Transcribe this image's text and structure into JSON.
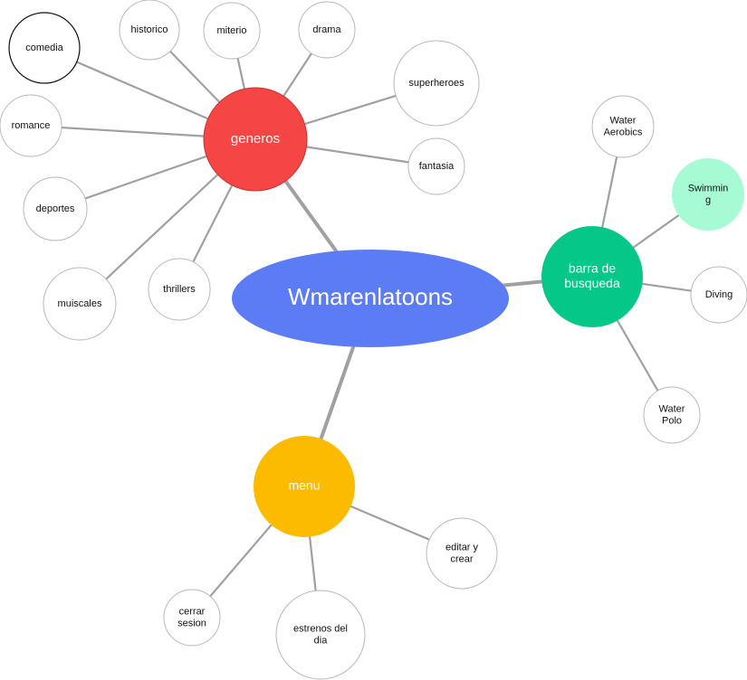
{
  "colors": {
    "edge": "#a0a0a0",
    "leaf_fill": "#ffffff",
    "leaf_stroke": "#b8b8b8",
    "root_fill": "#5b7cf5",
    "generos_fill": "#f64545",
    "busqueda_fill": "#05c787",
    "menu_fill": "#fdbb00",
    "swimming_fill": "#a6fbd5",
    "text_dark": "#111111",
    "text_light": "#ffffff"
  },
  "central": {
    "id": "root",
    "label": [
      "Wmarenlatoons"
    ]
  },
  "hubs": [
    {
      "id": "generos",
      "label": [
        "generos"
      ],
      "color": "generos_fill"
    },
    {
      "id": "busqueda",
      "label": [
        "barra de",
        "busqueda"
      ],
      "color": "busqueda_fill"
    },
    {
      "id": "menu",
      "label": [
        "menu"
      ],
      "color": "menu_fill"
    }
  ],
  "leaves": [
    {
      "id": "historico",
      "parent": "generos",
      "label": [
        "historico"
      ]
    },
    {
      "id": "miterio",
      "parent": "generos",
      "label": [
        "miterio"
      ]
    },
    {
      "id": "drama",
      "parent": "generos",
      "label": [
        "drama"
      ]
    },
    {
      "id": "comedia",
      "parent": "generos",
      "label": [
        "comedia"
      ],
      "highlight": true
    },
    {
      "id": "superheroes",
      "parent": "generos",
      "label": [
        "superheroes"
      ]
    },
    {
      "id": "romance",
      "parent": "generos",
      "label": [
        "romance"
      ]
    },
    {
      "id": "fantasia",
      "parent": "generos",
      "label": [
        "fantasia"
      ]
    },
    {
      "id": "deportes",
      "parent": "generos",
      "label": [
        "deportes"
      ]
    },
    {
      "id": "muiscales",
      "parent": "generos",
      "label": [
        "muiscales"
      ]
    },
    {
      "id": "thrillers",
      "parent": "generos",
      "label": [
        "thrillers"
      ]
    },
    {
      "id": "water-aerobics",
      "parent": "busqueda",
      "label": [
        "Water",
        "Aerobics"
      ]
    },
    {
      "id": "swimming",
      "parent": "busqueda",
      "label": [
        "Swimmin",
        "g"
      ],
      "fill": "swimming_fill"
    },
    {
      "id": "diving",
      "parent": "busqueda",
      "label": [
        "Diving"
      ]
    },
    {
      "id": "water-polo",
      "parent": "busqueda",
      "label": [
        "Water",
        "Polo"
      ]
    },
    {
      "id": "editar-crear",
      "parent": "menu",
      "label": [
        "editar y",
        "crear"
      ]
    },
    {
      "id": "cerrar-sesion",
      "parent": "menu",
      "label": [
        "cerrar",
        "sesion"
      ]
    },
    {
      "id": "estrenos",
      "parent": "menu",
      "label": [
        "estrenos del",
        "dia"
      ]
    }
  ]
}
